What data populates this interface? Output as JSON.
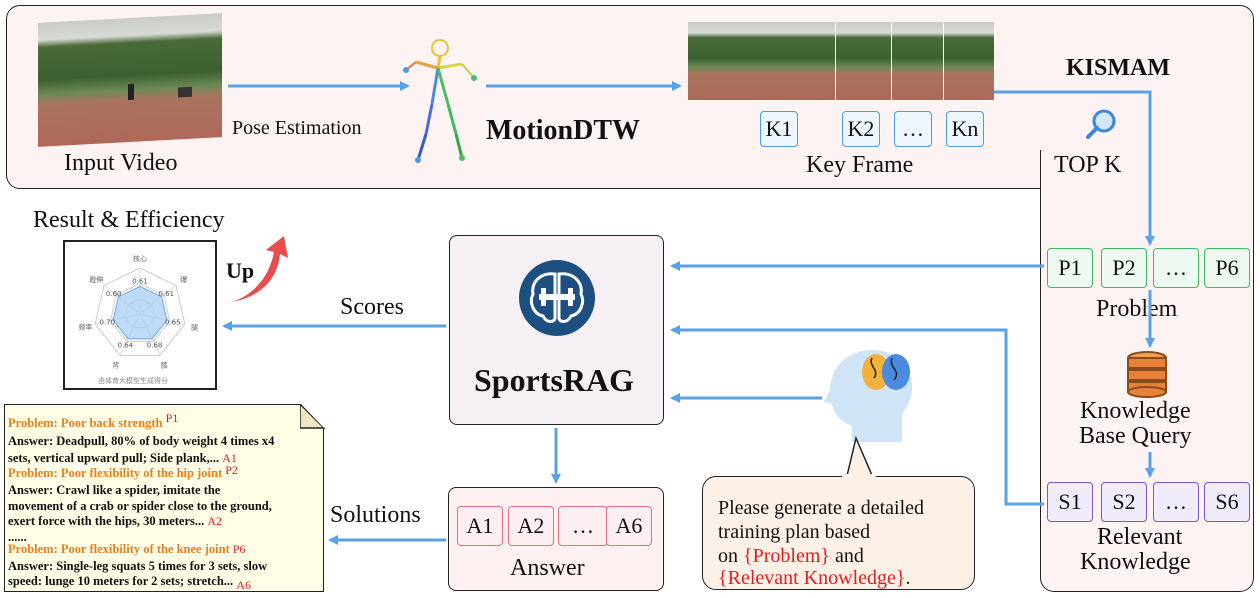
{
  "top": {
    "input_video_label": "Input Video",
    "pose_estimation_label": "Pose Estimation",
    "motiondtw_label": "MotionDTW",
    "key_frame_label": "Key Frame",
    "kismam_label": "KISMAM",
    "top_k_label": "TOP K",
    "key_frames": [
      "K1",
      "K2",
      "…",
      "Kn"
    ]
  },
  "right": {
    "problems": [
      "P1",
      "P2",
      "…",
      "P6"
    ],
    "problem_label": "Problem",
    "kb_query_label_1": "Knowledge",
    "kb_query_label_2": "Base Query",
    "solutions": [
      "S1",
      "S2",
      "…",
      "S6"
    ],
    "relevant_label_1": "Relevant",
    "relevant_label_2": "Knowledge"
  },
  "center": {
    "sportsrag_label": "SportsRAG",
    "scores_label": "Scores",
    "solutions_label": "Solutions",
    "answers": [
      "A1",
      "A2",
      "…",
      "A6"
    ],
    "answer_label": "Answer"
  },
  "prompt": {
    "line1": "Please generate a detailed",
    "line2": "training plan based",
    "line3_a": "on ",
    "line3_b": "{Problem}",
    "line3_c": " and",
    "line4_a": "{Relevant Knowledge}",
    "line4_b": "."
  },
  "result": {
    "title": "Result & Efficiency",
    "up_label": "Up",
    "radar": {
      "axis_labels": [
        "核心",
        "爆",
        "腿",
        "膝",
        "背",
        "频率",
        "蹬伸"
      ],
      "values": [
        "0.61",
        "0.61",
        "0.65",
        "0.68",
        "0.64",
        "0.70",
        "0.60"
      ],
      "caption": "由体育大模型生成得分"
    }
  },
  "notes": {
    "p1_title": "Problem: Poor back strength",
    "p1_tag": "P1",
    "a1_line1": "Answer: Deadpull, 80% of body weight 4 times x4",
    "a1_line2": "sets, vertical upward pull; Side plank,...",
    "a1_tag": "A1",
    "p2_title": "Problem: Poor flexibility of the hip joint",
    "p2_tag": "P2",
    "a2_line1": "Answer: Crawl like a spider, imitate the",
    "a2_line2": "movement of a crab or spider close to the ground,",
    "a2_line3": "exert force with the hips, 30 meters...",
    "a2_tag": "A2",
    "ellipsis": "......",
    "p6_title": "Problem: Poor flexibility of the knee joint",
    "p6_tag": "P6",
    "a6_line1": "Answer: Single-leg squats 5 times for 3 sets, slow",
    "a6_line2": "speed: lunge 10 meters for 2 sets; stretch...",
    "a6_tag": "A6"
  },
  "colors": {
    "arrow": "#5aa2e8",
    "keyframe_border": "#4c9be0",
    "problem_border": "#3dbb63",
    "solution_border": "#7b57c9",
    "answer_border": "#e7707e",
    "highlight_red": "#e02020",
    "note_orange": "#e8801d",
    "up_arrow": "#e84c4c"
  }
}
